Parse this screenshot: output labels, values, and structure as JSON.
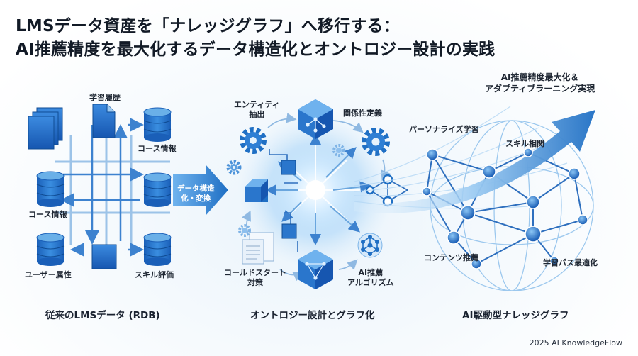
{
  "title_line1": "LMSデータ資産を「ナレッジグラフ」へ移行する：",
  "title_line2": "AI推薦精度を最大化するデータ構造化とオントロジー設計の実践",
  "left": {
    "caption": "従来のLMSデータ (RDB)",
    "labels": {
      "learning_history": "学習履歴",
      "course_info_top": "コース情報",
      "course_info_mid": "コース情報",
      "user_attributes": "ユーザー属性",
      "skill_evaluation": "スキル評価"
    }
  },
  "arrow": {
    "line1": "データ構造",
    "line2": "化・変換"
  },
  "middle": {
    "caption": "オントロジー設計とグラフ化",
    "labels": {
      "entity_line1": "エンティティ",
      "entity_line2": "抽出",
      "relation_def": "関係性定義",
      "cold_line1": "コールドスタート",
      "cold_line2": "対策",
      "ai_line1": "AI推薦",
      "ai_line2": "アルゴリズム"
    }
  },
  "right": {
    "caption": "AI駆動型ナレッジグラフ",
    "goal_line1": "AI推薦精度最大化＆",
    "goal_line2": "アダプティブラーニング実現",
    "labels": {
      "personalized": "パーソナライズ学習",
      "skill_correlation": "スキル相関",
      "content_recommend": "コンテンツ推薦",
      "path_optimize": "学習パス最適化"
    }
  },
  "footer": "2025 AI KnowledgeFlow",
  "colors": {
    "primary": "#1f6fc4",
    "light": "#6ab0e8",
    "dark": "#0f4c94",
    "accent": "#5aa9f0"
  }
}
